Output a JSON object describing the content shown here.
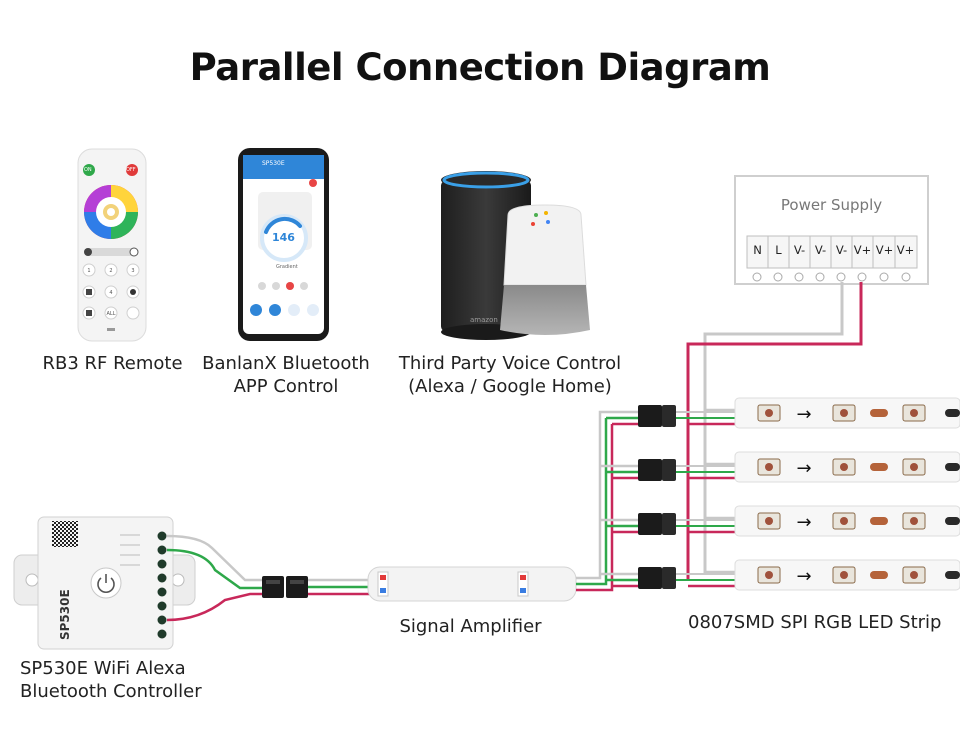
{
  "title": "Parallel Connection Diagram",
  "devices": {
    "remote": {
      "label": "RB3 RF Remote",
      "on": "ON",
      "off": "OFF"
    },
    "app": {
      "label_line1": "BanlanX Bluetooth",
      "label_line2": "APP Control",
      "screen_title": "SP530E",
      "value": "146",
      "mode": "Gradient"
    },
    "voice": {
      "label_line1": "Third Party Voice Control",
      "label_line2": "(Alexa / Google Home)",
      "brand": "amazon"
    },
    "controller": {
      "label_line1": "SP530E WiFi Alexa",
      "label_line2": "Bluetooth Controller",
      "model": "SP530E"
    },
    "amplifier": {
      "label": "Signal Amplifier"
    },
    "strip": {
      "label": "0807SMD SPI RGB LED Strip",
      "count": 4
    },
    "power_supply": {
      "label": "Power Supply",
      "terminals": [
        "N",
        "L",
        "V-",
        "V-",
        "V-",
        "V+",
        "V+",
        "V+"
      ]
    }
  },
  "colors": {
    "wire_red": "#c8285a",
    "wire_green": "#2ea84a",
    "wire_gray": "#b5b5b5",
    "wire_white": "#e6e6e6"
  }
}
